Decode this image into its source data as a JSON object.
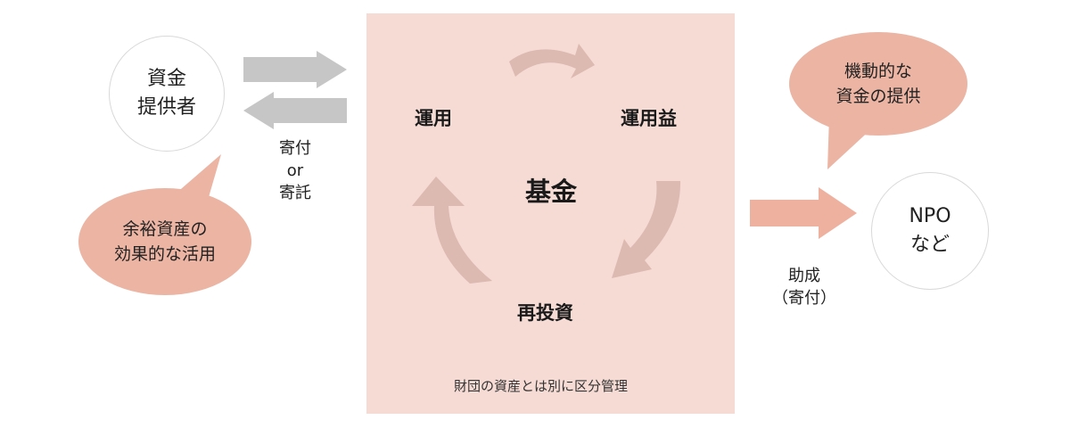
{
  "donor": {
    "label": "資金\n提供者"
  },
  "donor_bubble": {
    "text": "余裕資産の\n効果的な活用"
  },
  "transfer_label": {
    "text": "寄付\nor\n寄託"
  },
  "fund": {
    "center_label": "基金",
    "cycle": {
      "management": "運用",
      "returns": "運用益",
      "reinvestment": "再投資"
    },
    "note": "財団の資産とは別に区分管理"
  },
  "grant_label": {
    "text": "助成\n（寄付）"
  },
  "recipient": {
    "label": "NPO\nなど"
  },
  "recipient_bubble": {
    "text": "機動的な\n資金の提供"
  },
  "colors": {
    "fund_box": "#f5dbd4",
    "cycle_arrow": "#dcb9b1",
    "bubble": "#ebb4a3",
    "grant_arrow": "#efb19f",
    "transfer_arrow": "#c6c6c6",
    "circle_border": "#d9d9d9"
  }
}
